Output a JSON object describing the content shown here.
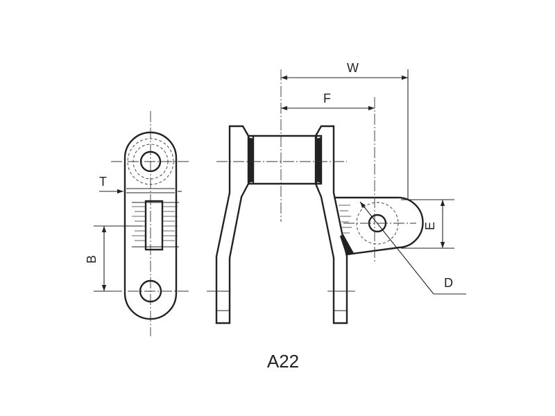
{
  "labels": {
    "W": "W",
    "F": "F",
    "T": "T",
    "B": "B",
    "E": "E",
    "D": "D"
  },
  "caption": "A22"
}
